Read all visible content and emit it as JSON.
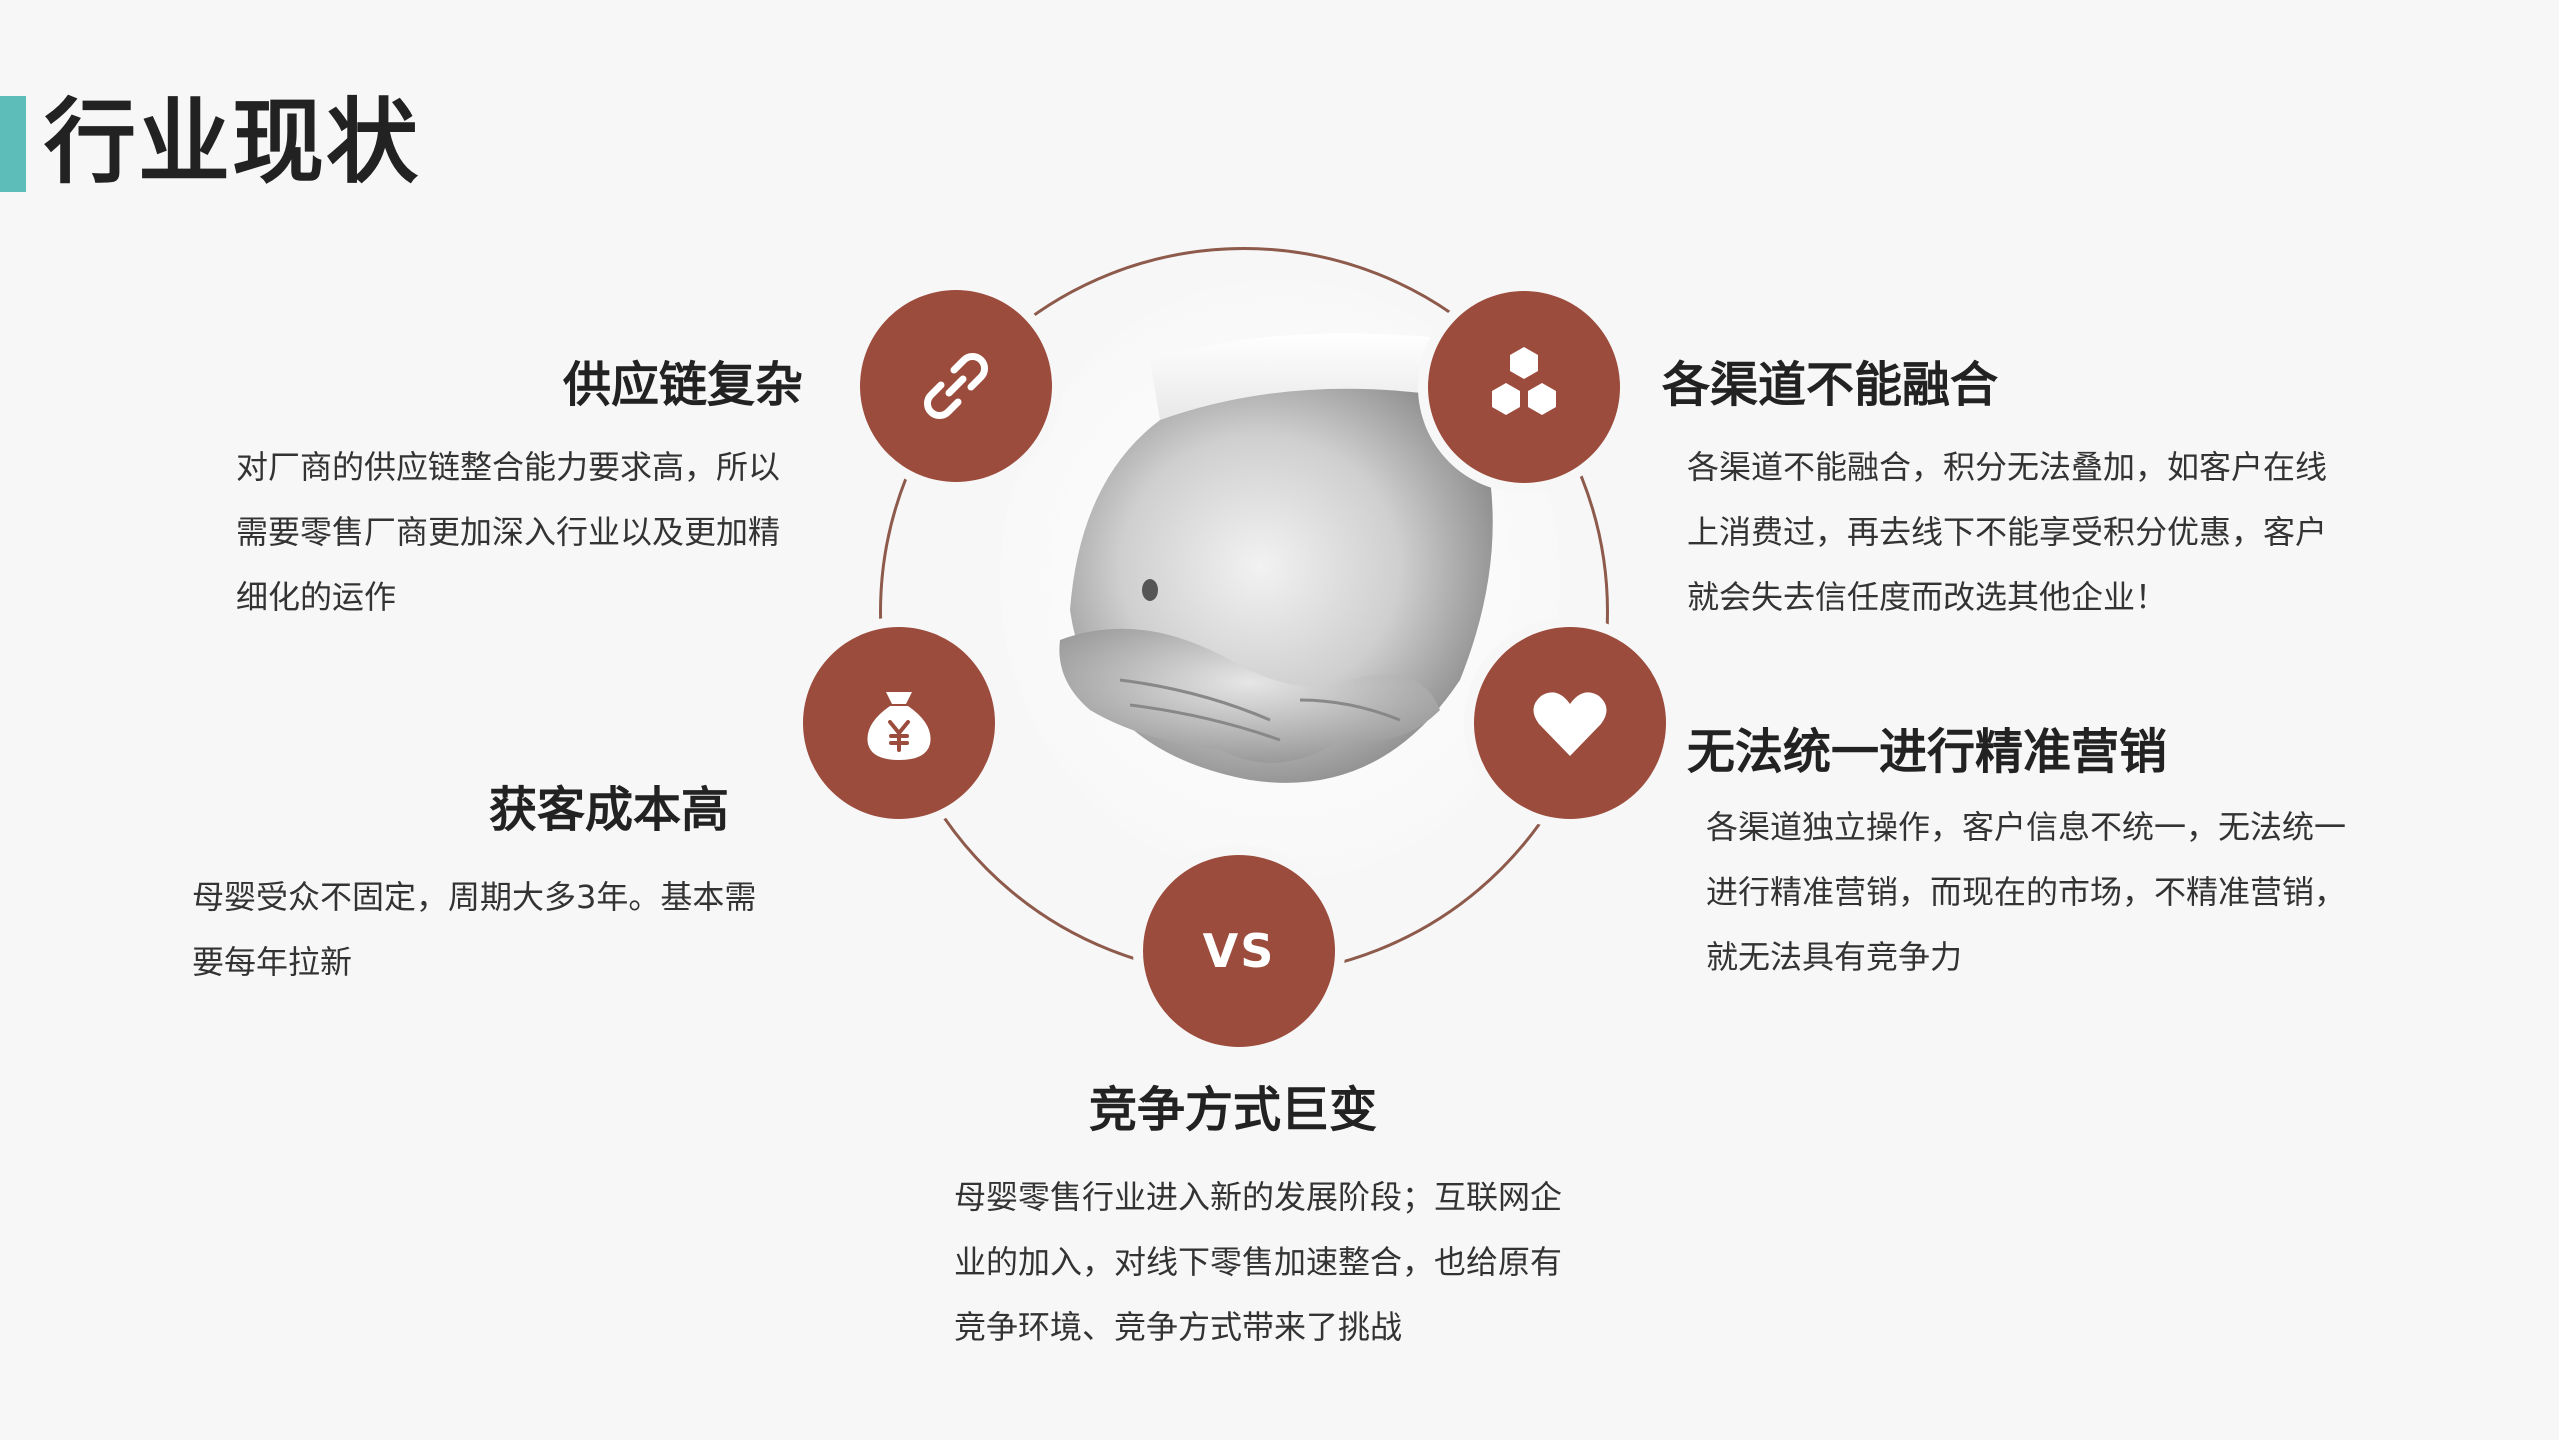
{
  "page": {
    "title": "行业现状"
  },
  "topics": {
    "supply_chain": {
      "heading": "供应链复杂",
      "description": "对厂商的供应链整合能力要求高，所以需要零售厂商更加深入行业以及更加精细化的运作",
      "icon": "link-icon"
    },
    "channels": {
      "heading": "各渠道不能融合",
      "description": "各渠道不能融合，积分无法叠加，如客户在线上消费过，再去线下不能享受积分优惠，客户就会失去信任度而改选其他企业！",
      "icon": "hexagon-cluster-icon"
    },
    "acquisition": {
      "heading": "获客成本高",
      "description": "母婴受众不固定，周期大多3年。基本需要每年拉新",
      "icon": "money-bag-icon"
    },
    "marketing": {
      "heading": "无法统一进行精准营销",
      "description": "各渠道独立操作，客户信息不统一，无法统一进行精准营销，而现在的市场，不精准营销，就无法具有竞争力",
      "icon": "heart-icon"
    },
    "competition": {
      "heading": "竞争方式巨变",
      "description": "母婴零售行业进入新的发展阶段；互联网企业的加入，对线下零售加速整合，也给原有竞争环境、竞争方式带来了挑战",
      "icon": "vs-icon",
      "icon_text": "VS"
    }
  },
  "colors": {
    "accent": "#9c4c3c",
    "title_bar": "#5cbdb9",
    "ring": "#8d5a4c"
  }
}
